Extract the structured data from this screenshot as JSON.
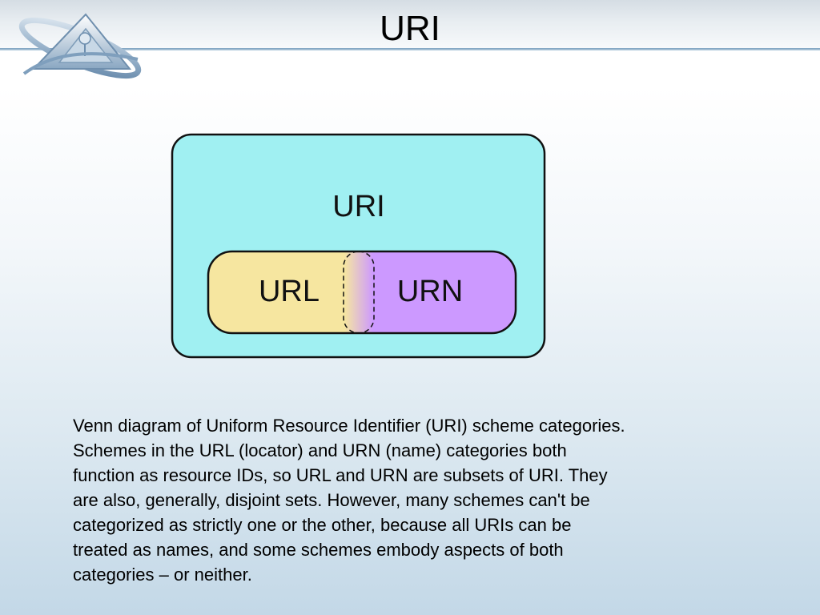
{
  "slide": {
    "title": "URI"
  },
  "diagram": {
    "outer_label": "URI",
    "left_label": "URL",
    "right_label": "URN",
    "colors": {
      "outer_fill": "#a0f0f2",
      "left_fill": "#f6e6a0",
      "right_fill": "#cc99ff",
      "stroke": "#111111"
    }
  },
  "caption": {
    "text": "Venn diagram of Uniform Resource Identifier (URI) scheme categories.\nSchemes in the URL (locator) and URN (name) categories both\nfunction as resource IDs, so URL and URN are subsets of URI. They\nare also, generally, disjoint sets. However, many schemes can't be\ncategorized as strictly one or the other, because all URIs can be\ntreated as names, and some schemes embody aspects of both\ncategories – or neither."
  }
}
